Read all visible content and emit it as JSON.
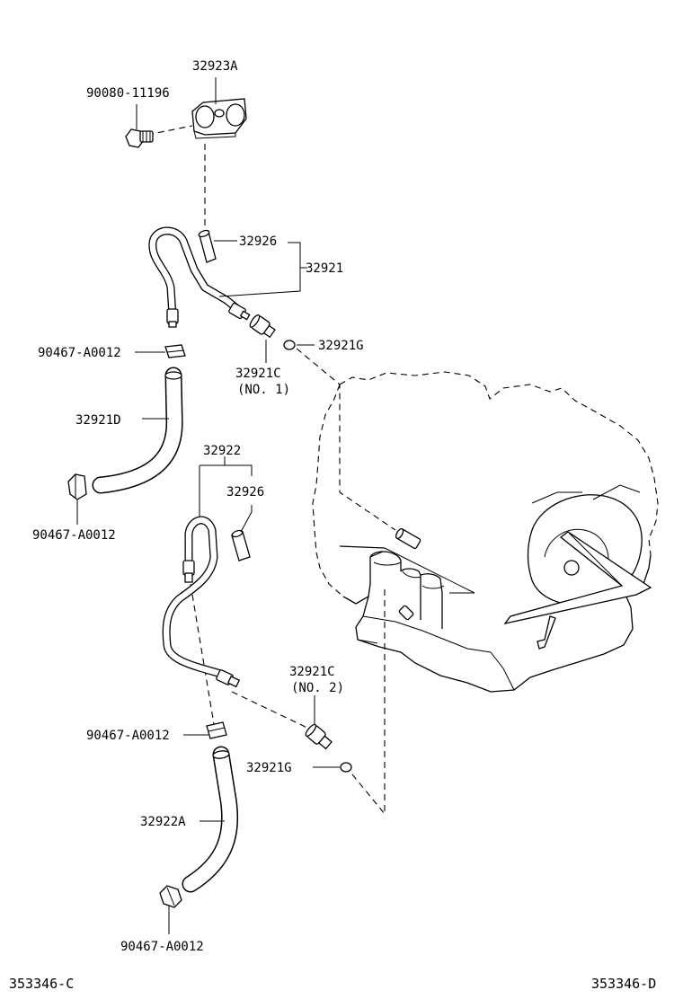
{
  "labels": {
    "bracket": "32923A",
    "bolt": "90080-11196",
    "sleeve_top": "32926",
    "pipe_no1": "32921",
    "clip_upper": "90467-A0012",
    "union_no1": "32921C",
    "union_no1_note": "(NO. 1)",
    "gasket_no1": "32921G",
    "hose_upper": "32921D",
    "clip_upper_end": "90467-A0012",
    "pipe_no2": "32922",
    "sleeve_mid": "32926",
    "union_no2": "32921C",
    "union_no2_note": "(NO. 2)",
    "clip_lower": "90467-A0012",
    "gasket_no2": "32921G",
    "hose_lower": "32922A",
    "clip_lower_end": "90467-A0012"
  },
  "footer": {
    "left_code": "353346-C",
    "right_code": "353346-D"
  }
}
